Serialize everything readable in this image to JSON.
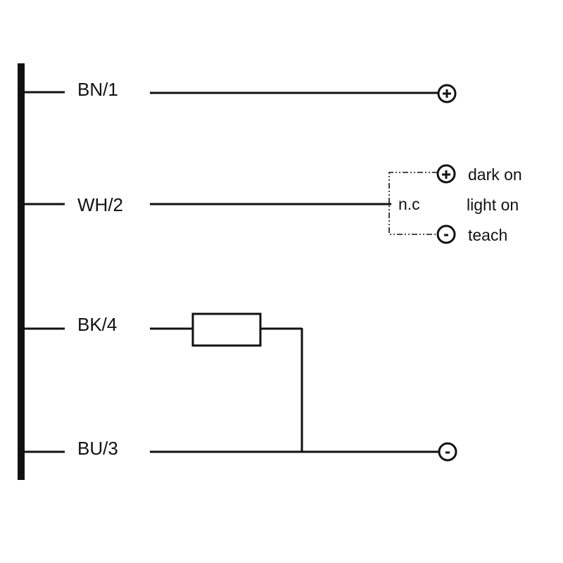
{
  "wires": [
    {
      "label": "BN/1",
      "terminal": "+"
    },
    {
      "label": "WH/2",
      "terminal": "n.c"
    },
    {
      "label": "BK/4",
      "terminal": "load"
    },
    {
      "label": "BU/3",
      "terminal": "-"
    }
  ],
  "wh2_options": {
    "junction_label": "n.c",
    "plus_label": "dark on",
    "middle_label": "light on",
    "minus_label": "teach"
  },
  "symbols": {
    "plus": "+",
    "minus": "-"
  },
  "colors": {
    "line": "#111111",
    "background": "#ffffff"
  }
}
